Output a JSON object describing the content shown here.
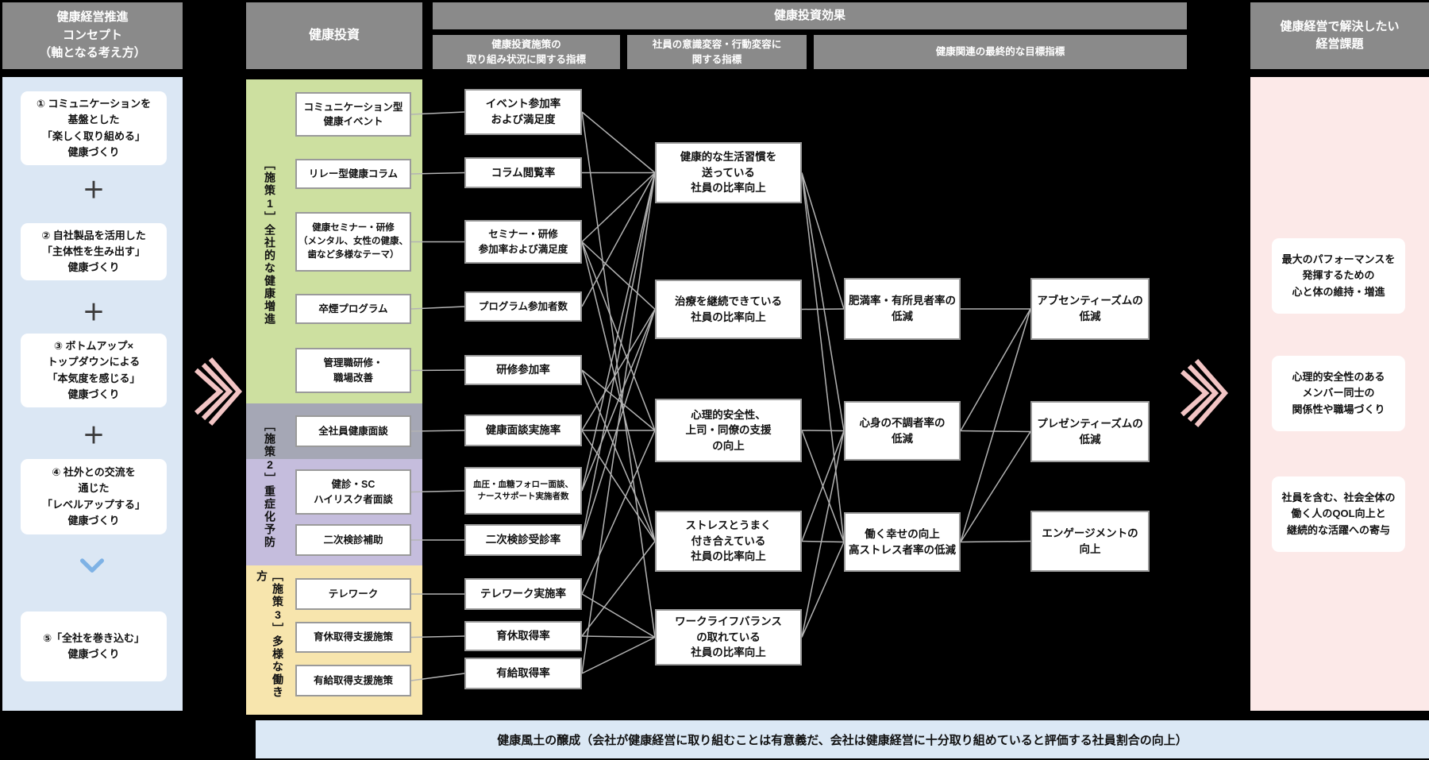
{
  "headers": {
    "concept": "健康経営推進\nコンセプト\n（軸となる考え方）",
    "investment": "健康投資",
    "effect": "健康投資効果",
    "effect_sub1": "健康投資施策の\n取り組み状況に関する指標",
    "effect_sub2": "社員の意識変容・行動変容に\n関する指標",
    "effect_sub3": "健康関連の最終的な目標指標",
    "issues": "健康経営で解決したい\n経営課題"
  },
  "concept": {
    "plus": "＋",
    "items": [
      "① コミュニケーションを\n基盤とした\n「楽しく取り組める」\n健康づくり",
      "② 自社製品を活用した\n「主体性を生み出す」\n健康づくり",
      "③ ボトムアップ×\nトップダウンによる\n「本気度を感じる」\n健康づくり",
      "④ 社外との交流を\n通じた\n「レベルアップする」\n健康づくり",
      "⑤「全社を巻き込む」\n健康づくり"
    ]
  },
  "sections": [
    {
      "label": "［施策1］全社的な健康増進",
      "items": [
        "コミュニケーション型\n健康イベント",
        "リレー型健康コラム",
        "健康セミナー・研修\n（メンタル、女性の健康、\n歯など多様なテーマ）",
        "卒煙プログラム",
        "管理職研修・\n職場改善"
      ]
    },
    {
      "label": "［施策2］重症化予防",
      "items": [
        "全社員健康面談",
        "健診・SC\nハイリスク者面談",
        "二次検診補助"
      ]
    },
    {
      "label": "［施策3］多様な働き方",
      "items": [
        "テレワーク",
        "育休取得支援施策",
        "有給取得支援施策"
      ]
    }
  ],
  "indicators": [
    "イベント参加率\nおよび満足度",
    "コラム閲覧率",
    "セミナー・研修\n参加率および満足度",
    "プログラム参加者数",
    "研修参加率",
    "健康面談実施率",
    "血圧・血糖フォロー面談、\nナースサポート実施者数",
    "二次検診受診率",
    "テレワーク実施率",
    "育休取得率",
    "有給取得率"
  ],
  "outcomes": [
    "健康的な生活習慣を\n送っている\n社員の比率向上",
    "治療を継続できている\n社員の比率向上",
    "心理的安全性、\n上司・同僚の支援\nの向上",
    "ストレスとうまく\n付き合えている\n社員の比率向上",
    "ワークライフバランス\nの取れている\n社員の比率向上"
  ],
  "final_metrics_1": [
    "肥満率・有所見者率の\n低減",
    "心身の不調者率の\n低減",
    "働く幸せの向上\n高ストレス者率の低減"
  ],
  "final_metrics_2": [
    "アブセンティーズムの\n低減",
    "プレゼンティーズムの\n低減",
    "エンゲージメントの\n向上"
  ],
  "goals": [
    "最大のパフォーマンスを\n発揮するための\n心と体の維持・増進",
    "心理的安全性のある\nメンバー同士の\n関係性や職場づくり",
    "社員を含む、社会全体の\n働く人のQOL向上と\n継続的な活躍への寄与"
  ],
  "bottom_bar": "健康風土の醸成（会社が健康経営に取り組むことは有意義だ、会社は健康経営に十分取り組めていると評価する社員割合の向上）",
  "colors": {
    "background": "#000000",
    "header_bg": "#8a8a8a",
    "section_green": "#cde0a0",
    "section_gray": "#a5a7b5",
    "section_purple": "#c5bddd",
    "section_yellow": "#f7e5ad",
    "panel_blue": "#dbe7f4",
    "panel_pink": "#fce9e8",
    "bottom_bar_blue": "#dbe8f5",
    "chevron_pink": "#f2c4c4",
    "down_chevron_blue": "#7eb2e5",
    "connector": "#b3b3b3"
  },
  "connections": [
    [
      "g-event",
      "i-event"
    ],
    [
      "g-column",
      "i-column"
    ],
    [
      "g-seminar",
      "i-seminar"
    ],
    [
      "g-program",
      "i-program"
    ],
    [
      "g-training",
      "i-training"
    ],
    [
      "s-interview",
      "i-interview"
    ],
    [
      "s-highrisk",
      "i-bp"
    ],
    [
      "s-secondary",
      "i-secondary"
    ],
    [
      "s-telework",
      "i-telework"
    ],
    [
      "s-childcare",
      "i-childcare"
    ],
    [
      "s-paid",
      "i-paid"
    ],
    [
      "i-event",
      "m-lifestyle"
    ],
    [
      "i-column",
      "m-lifestyle"
    ],
    [
      "i-seminar",
      "m-lifestyle"
    ],
    [
      "i-program",
      "m-lifestyle"
    ],
    [
      "i-bp",
      "m-lifestyle"
    ],
    [
      "i-secondary",
      "m-lifestyle"
    ],
    [
      "i-paid",
      "m-lifestyle"
    ],
    [
      "i-seminar",
      "m-treatment"
    ],
    [
      "i-interview",
      "m-treatment"
    ],
    [
      "i-bp",
      "m-treatment"
    ],
    [
      "i-secondary",
      "m-treatment"
    ],
    [
      "i-seminar",
      "m-psych"
    ],
    [
      "i-training",
      "m-psych"
    ],
    [
      "i-interview",
      "m-psych"
    ],
    [
      "i-telework",
      "m-psych"
    ],
    [
      "i-seminar",
      "m-stress"
    ],
    [
      "i-training",
      "m-stress"
    ],
    [
      "i-interview",
      "m-stress"
    ],
    [
      "i-childcare",
      "m-stress"
    ],
    [
      "i-event",
      "m-wlb"
    ],
    [
      "i-telework",
      "m-wlb"
    ],
    [
      "i-childcare",
      "m-wlb"
    ],
    [
      "i-paid",
      "m-wlb"
    ],
    [
      "m-lifestyle",
      "r-obesity"
    ],
    [
      "m-lifestyle",
      "r-illness"
    ],
    [
      "m-lifestyle",
      "r-happiness"
    ],
    [
      "m-treatment",
      "r-obesity"
    ],
    [
      "m-psych",
      "r-illness"
    ],
    [
      "m-psych",
      "r-happiness"
    ],
    [
      "m-stress",
      "r-illness"
    ],
    [
      "m-stress",
      "r-happiness"
    ],
    [
      "m-wlb",
      "r-illness"
    ],
    [
      "m-wlb",
      "r-happiness"
    ],
    [
      "r-obesity",
      "f-absenteeism"
    ],
    [
      "r-illness",
      "f-absenteeism"
    ],
    [
      "r-happiness",
      "f-absenteeism"
    ],
    [
      "r-illness",
      "f-presenteeism"
    ],
    [
      "r-happiness",
      "f-presenteeism"
    ],
    [
      "r-happiness",
      "f-engagement"
    ]
  ]
}
